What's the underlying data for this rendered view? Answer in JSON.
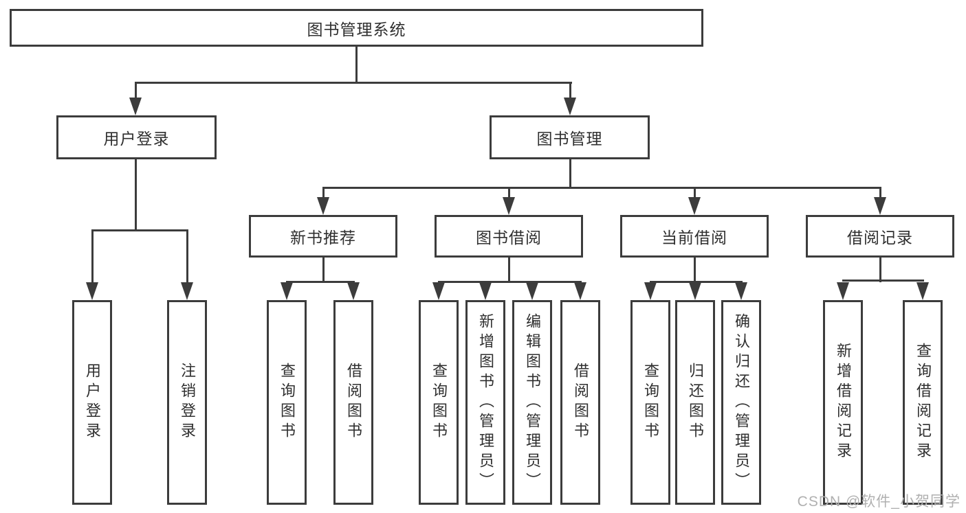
{
  "tree": {
    "root": {
      "label": "图书管理系统"
    },
    "level2": {
      "user_login": {
        "label": "用户登录",
        "children": [
          {
            "label": "用户登录"
          },
          {
            "label": "注销登录"
          }
        ]
      },
      "book_management": {
        "label": "图书管理"
      }
    },
    "level3": {
      "new_book_recommend": {
        "label": "新书推荐",
        "children": [
          {
            "label": "查询图书"
          },
          {
            "label": "借阅图书"
          }
        ]
      },
      "book_borrow": {
        "label": "图书借阅",
        "children": [
          {
            "label": "查询图书"
          },
          {
            "label": "新增图书（管理员）"
          },
          {
            "label": "编辑图书（管理员）"
          },
          {
            "label": "借阅图书"
          }
        ]
      },
      "current_borrow": {
        "label": "当前借阅",
        "children": [
          {
            "label": "查询图书"
          },
          {
            "label": "归还图书"
          },
          {
            "label": "确认归还（管理员）"
          }
        ]
      },
      "borrow_records": {
        "label": "借阅记录",
        "children": [
          {
            "label": "新增借阅记录"
          },
          {
            "label": "查询借阅记录"
          }
        ]
      }
    }
  },
  "watermark": {
    "text": "CSDN @软件_小贺同学"
  },
  "colors": {
    "line": "#3c3c3c",
    "text": "#2f2f2f",
    "watermark": "#b0b0b0",
    "background": "#ffffff"
  }
}
